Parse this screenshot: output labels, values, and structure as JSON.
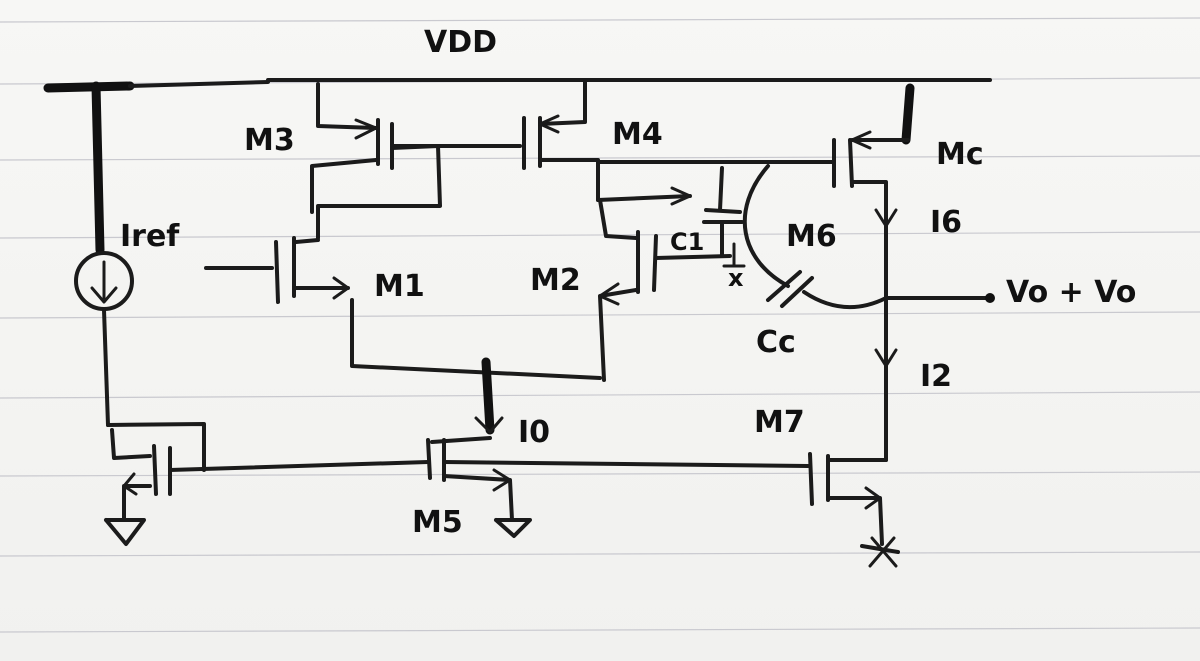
{
  "supply": "VDD",
  "transistors": {
    "m3": "M3",
    "m4": "M4",
    "m6": "M6",
    "m1": "M1",
    "m2": "M2",
    "mc": "Mc",
    "m5": "M5",
    "m7": "M7"
  },
  "currents": {
    "iref": "Iref",
    "i6": "I6",
    "i2": "I2",
    "i0": "I0"
  },
  "capacitors": {
    "c1": "C1",
    "cc": "Cc"
  },
  "nodes": {
    "x": "x",
    "output": "Vo + Vo"
  }
}
